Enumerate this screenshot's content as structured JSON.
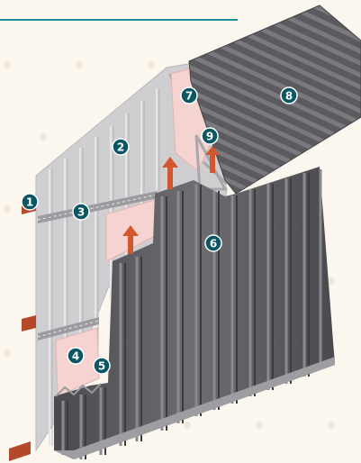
{
  "diagram": {
    "colors": {
      "background": "#fbf6ee",
      "accent_line": "#1f8a99",
      "badge": "#0b5663",
      "arrow": "#d2572f",
      "liner_grey": "#c9c9cb",
      "insulation_pink": "#f4d3d0",
      "cladding_dark": "#5d5d61",
      "roof_dark": "#5b5b5f"
    },
    "callouts": [
      {
        "id": "callout-1",
        "label": "1"
      },
      {
        "id": "callout-2",
        "label": "2"
      },
      {
        "id": "callout-3",
        "label": "3"
      },
      {
        "id": "callout-4",
        "label": "4"
      },
      {
        "id": "callout-5",
        "label": "5"
      },
      {
        "id": "callout-6",
        "label": "6"
      },
      {
        "id": "callout-7",
        "label": "7"
      },
      {
        "id": "callout-8",
        "label": "8"
      },
      {
        "id": "callout-9",
        "label": "9"
      }
    ]
  }
}
